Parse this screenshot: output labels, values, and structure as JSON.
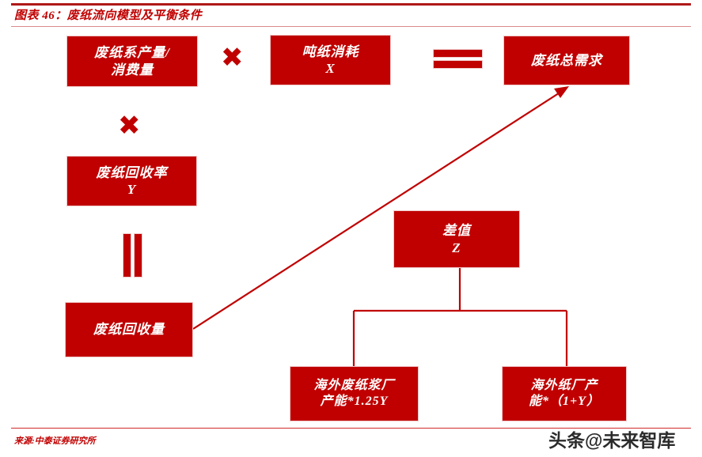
{
  "header": {
    "title": "图表 46：废纸流向模型及平衡条件"
  },
  "footer": {
    "source": "来源:中泰证券研究所",
    "watermark": "头条@未来智库"
  },
  "colors": {
    "box_fill": "#C00000",
    "box_border": "#F0C8C8",
    "accent": "#C00000",
    "rule_top": "#B01818",
    "rule_thin": "#D98A8A"
  },
  "diagram": {
    "nodes": [
      {
        "id": "waste_paper_output",
        "label": "废纸系产量/\n消费量"
      },
      {
        "id": "per_ton_paper_consumption",
        "label": "吨纸消耗\nX"
      },
      {
        "id": "total_waste_paper_demand",
        "label": "废纸总需求"
      },
      {
        "id": "waste_paper_recovery_rate",
        "label": "废纸回收率\nY"
      },
      {
        "id": "waste_paper_recovery_volume",
        "label": "废纸回收量"
      },
      {
        "id": "difference_value",
        "label": "差值\nZ"
      },
      {
        "id": "overseas_pulp_mill_capacity",
        "label": "海外废纸浆厂\n产能*1.25Y"
      },
      {
        "id": "overseas_paper_mill_capacity",
        "label": "海外纸厂产\n能*（1+Y）"
      }
    ],
    "operators": [
      {
        "id": "multiply-top",
        "symbol": "✖"
      },
      {
        "id": "multiply-left",
        "symbol": "✖"
      },
      {
        "id": "equals-top",
        "symbol": "="
      },
      {
        "id": "equals-left",
        "symbol": "‖"
      }
    ]
  }
}
